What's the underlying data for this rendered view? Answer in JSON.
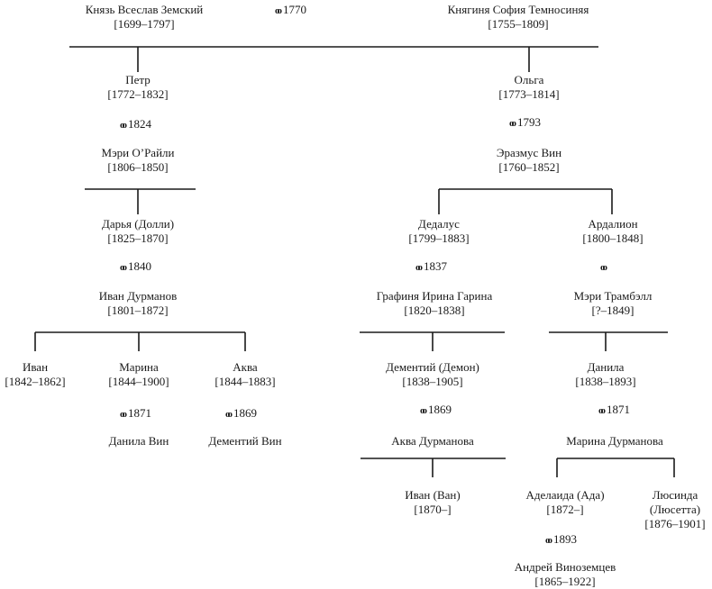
{
  "people": {
    "vseslav": {
      "name": "Князь Всеслав Земский",
      "dates": "[1699–1797]"
    },
    "sofia": {
      "name": "Княгиня София Темносиняя",
      "dates": "[1755–1809]"
    },
    "petr": {
      "name": "Петр",
      "dates": "[1772–1832]"
    },
    "mary_oreilly": {
      "name": "Мэри О’Райли",
      "dates": "[1806–1850]"
    },
    "olga": {
      "name": "Ольга",
      "dates": "[1773–1814]"
    },
    "erasmus": {
      "name": "Эразмус Вин",
      "dates": "[1760–1852]"
    },
    "darya": {
      "name": "Дарья (Долли)",
      "dates": "[1825–1870]"
    },
    "ivan_durmanov": {
      "name": "Иван Дурманов",
      "dates": "[1801–1872]"
    },
    "dedalus": {
      "name": "Дедалус",
      "dates": "[1799–1883]"
    },
    "irina": {
      "name": "Графиня Ирина Гарина",
      "dates": "[1820–1838]"
    },
    "ardalion": {
      "name": "Ардалион",
      "dates": "[1800–1848]"
    },
    "mary_trumbull": {
      "name": "Мэри Трамбэлл",
      "dates": "[?–1849]"
    },
    "ivan": {
      "name": "Иван",
      "dates": "[1842–1862]"
    },
    "marina": {
      "name": "Марина",
      "dates": "[1844–1900]"
    },
    "daniel_veen": {
      "name": "Данила Вин"
    },
    "aqua": {
      "name": "Аква",
      "dates": "[1844–1883]"
    },
    "demian_veen": {
      "name": "Дементий Вин"
    },
    "demon": {
      "name": "Дементий (Демон)",
      "dates": "[1838–1905]"
    },
    "aqua_durmanova": {
      "name": "Аква Дурманова"
    },
    "danila": {
      "name": "Данила",
      "dates": "[1838–1893]"
    },
    "marina_durmanova": {
      "name": "Марина Дурманова"
    },
    "van": {
      "name": "Иван (Ван)",
      "dates": "[1870–]"
    },
    "ada": {
      "name": "Аделаида (Ада)",
      "dates": "[1872–]"
    },
    "lucette_1": {
      "name": "Люсинда"
    },
    "lucette_2": {
      "name": "(Люсетта)",
      "dates": "[1876–1901]"
    },
    "andrey": {
      "name": "Андрей Виноземцев",
      "dates": "[1865–1922]"
    }
  },
  "marriages": {
    "vseslav_sofia": "1770",
    "petr_mary": "1824",
    "olga_erasmus": "1793",
    "darya_ivan": "1840",
    "dedalus_irina": "1837",
    "ardalion_mary": "",
    "marina_daniel": "1871",
    "aqua_demian": "1869",
    "demon_aqua": "1869",
    "danila_marina": "1871",
    "ada_andrey": "1893"
  },
  "colors": {
    "text": "#1a1a1a",
    "line": "#1a1a1a",
    "background": "#ffffff"
  },
  "icons": {
    "marriage": "interlocked-rings-icon"
  }
}
